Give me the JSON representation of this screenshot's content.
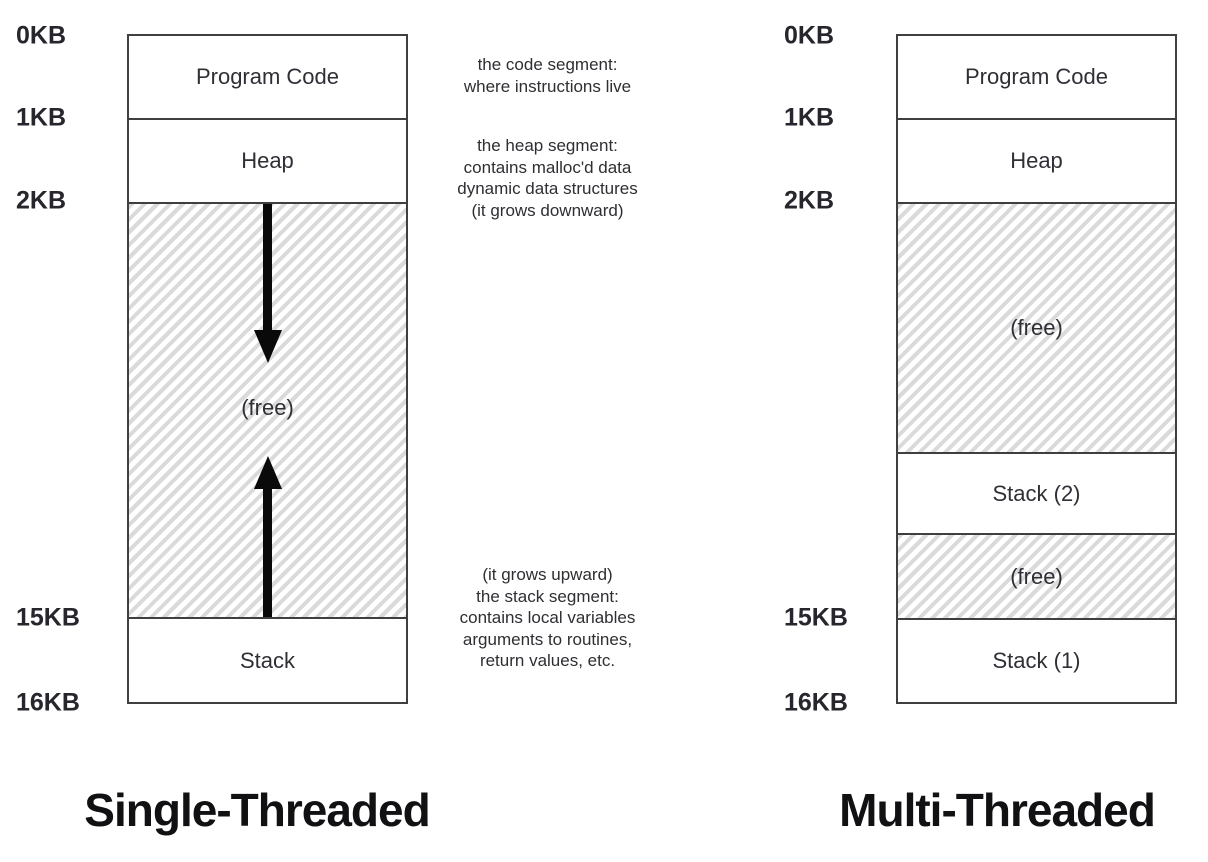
{
  "figure": {
    "left": {
      "title": "Single-Threaded",
      "address_labels": [
        "0KB",
        "1KB",
        "2KB",
        "15KB",
        "16KB"
      ],
      "segments": {
        "program_code": "Program Code",
        "heap": "Heap",
        "free": "(free)",
        "stack": "Stack"
      }
    },
    "right": {
      "title": "Multi-Threaded",
      "address_labels": [
        "0KB",
        "1KB",
        "2KB",
        "15KB",
        "16KB"
      ],
      "segments": {
        "program_code": "Program Code",
        "heap": "Heap",
        "free_1": "(free)",
        "stack_2": "Stack (2)",
        "free_2": "(free)",
        "stack_1": "Stack (1)"
      }
    },
    "annotations": {
      "code": "the code segment:\nwhere instructions live",
      "heap": "the heap segment:\ncontains malloc'd data\ndynamic data structures\n(it grows downward)",
      "stack": "(it grows upward)\nthe stack segment:\ncontains local variables\narguments to routines,\nreturn values, etc."
    },
    "colors": {
      "border": "#3f3f42",
      "hatch_stripe": "#dadada",
      "arrow": "#0a0a0a",
      "text": "#2b2b30"
    }
  }
}
